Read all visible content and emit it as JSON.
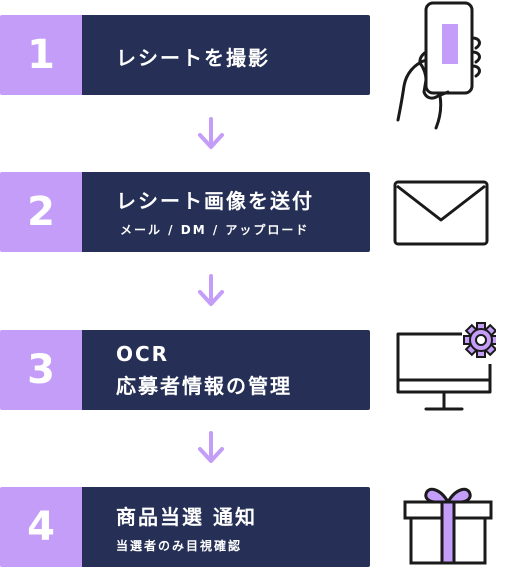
{
  "steps": [
    {
      "number": "1",
      "title": "レシートを撮影",
      "subtitle": ""
    },
    {
      "number": "2",
      "title": "レシート画像を送付",
      "subtitle": "メール / DM / アップロード"
    },
    {
      "number": "3",
      "title_line1": "OCR",
      "title_line2": "応募者情報の管理"
    },
    {
      "number": "4",
      "title": "商品当選 通知",
      "subtitle": "当選者のみ目視確認"
    }
  ],
  "icons": [
    "smartphone-hand-icon",
    "envelope-icon",
    "monitor-gear-icon",
    "gift-box-icon"
  ],
  "colors": {
    "number_bg": "#c39df7",
    "box_bg": "#263056",
    "arrow": "#c39df7",
    "icon_stroke": "#1a1a1a"
  }
}
